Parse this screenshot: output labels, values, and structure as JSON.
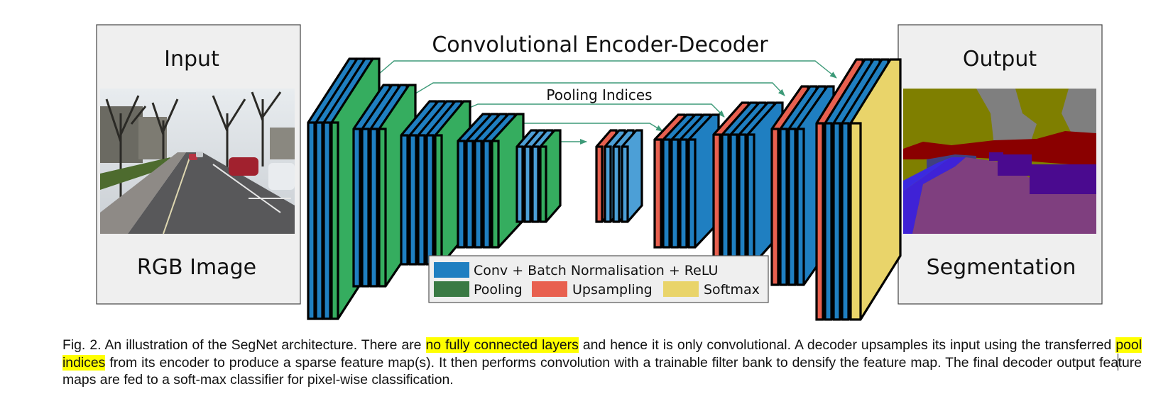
{
  "colors": {
    "conv": "#1f7fc1",
    "conv_light": "#4c9fd6",
    "pooling": "#35ad5f",
    "pooling_legend": "#3a7a44",
    "upsampling": "#e8604f",
    "softmax": "#e9d46a",
    "panel_bg": "#efefef",
    "arrow": "#3d9a78",
    "highlight": "#ffff00"
  },
  "input_panel": {
    "title": "Input",
    "subtitle": "RGB Image"
  },
  "output_panel": {
    "title": "Output",
    "subtitle": "Segmentation"
  },
  "diagram": {
    "title": "Convolutional Encoder-Decoder",
    "pooling_indices_label": "Pooling Indices"
  },
  "legend": {
    "conv": "Conv + Batch Normalisation + ReLU",
    "pooling": "Pooling",
    "upsampling": "Upsampling",
    "softmax": "Softmax"
  },
  "caption": {
    "part1": "Fig. 2. An illustration of the SegNet architecture. There are ",
    "highlight1": "no fully connected layers",
    "part2": " and hence it is only convolutional. A decoder upsamples its input using the transferred ",
    "highlight2": "pool indices",
    "part3": " from its encoder to produce a sparse feature map(s). It then performs convolution with a trainable filter bank to densify the feature map. The final decoder output fea",
    "part4": "ture maps are fed to a soft-max classifier for pixel-wise classification."
  }
}
